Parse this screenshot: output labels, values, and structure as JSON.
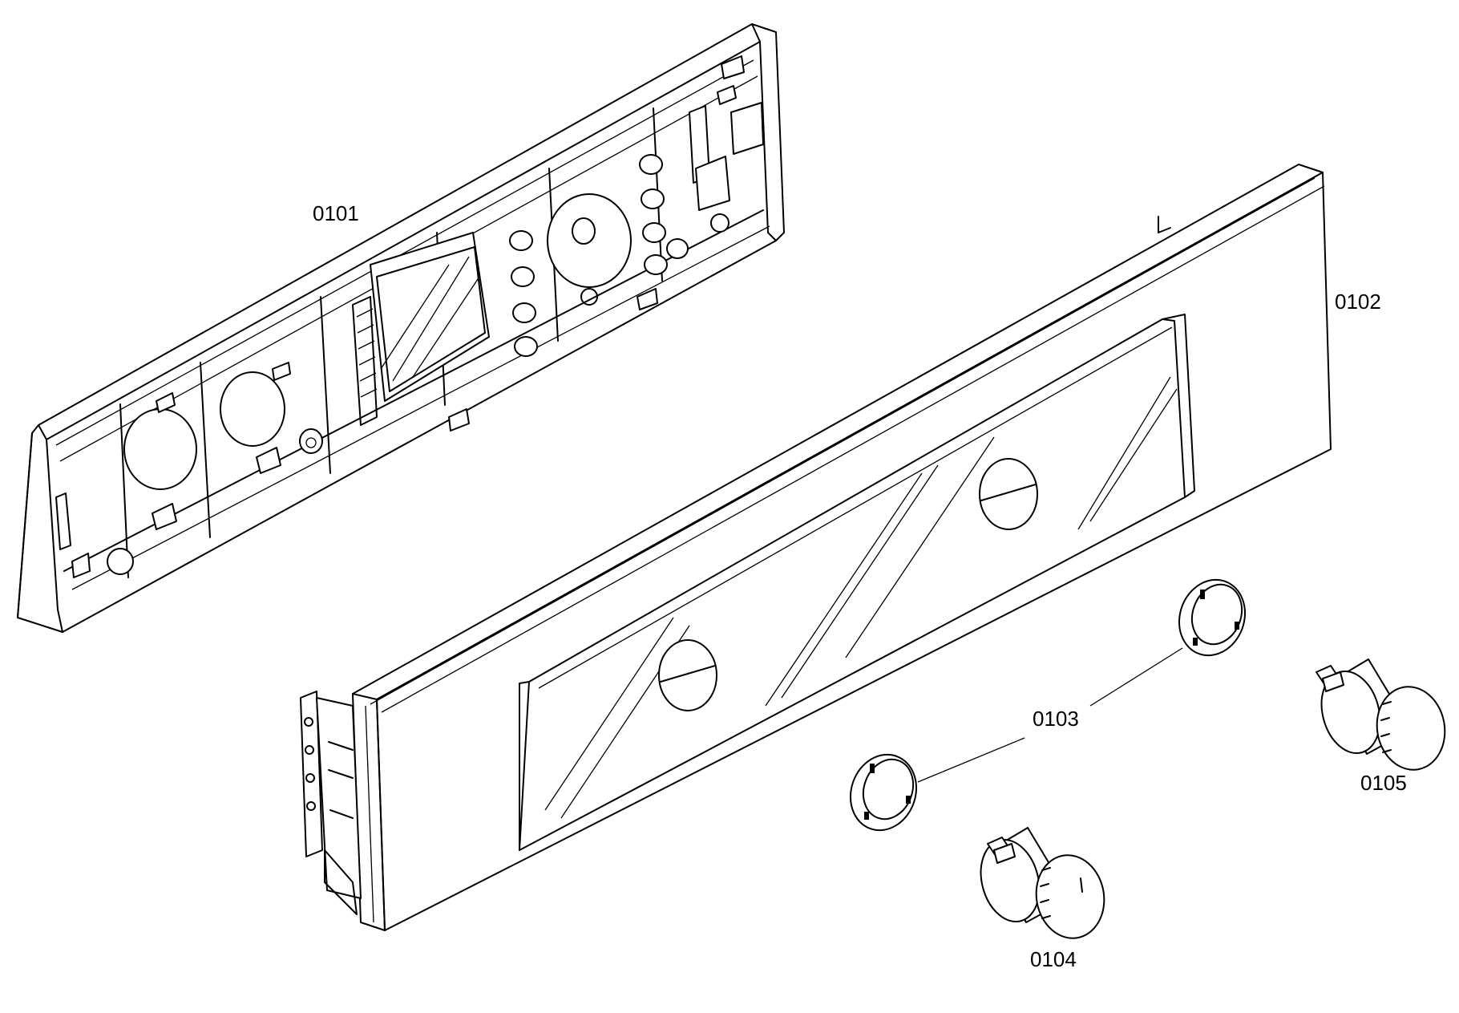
{
  "diagram": {
    "parts": [
      {
        "id": "0101"
      },
      {
        "id": "0102"
      },
      {
        "id": "0103"
      },
      {
        "id": "0104"
      },
      {
        "id": "0105"
      }
    ]
  }
}
